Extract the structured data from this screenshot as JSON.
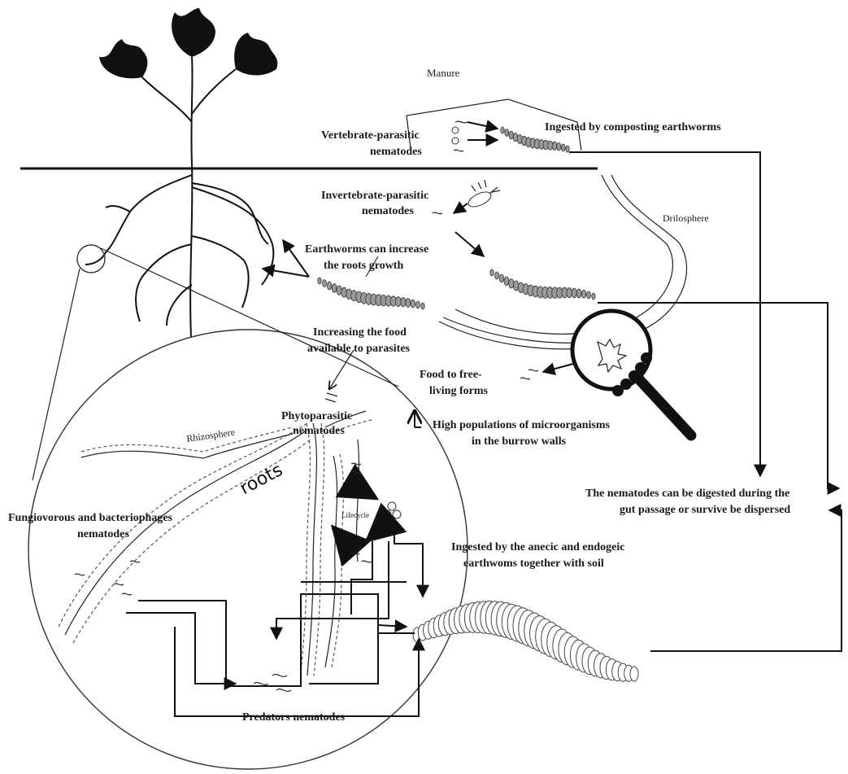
{
  "labels": {
    "manure": "Manure",
    "vertebrate_parasitic_1": "Vertebrate-parasitic",
    "vertebrate_parasitic_2": "nematodes",
    "ingested_composting": "Ingested by composting earthworms",
    "invertebrate_parasitic_1": "Invertebrate-parasitic",
    "invertebrate_parasitic_2": "nematodes",
    "drilosphere": "Drilosphere",
    "earthworms_increase_1": "Earthworms can increase",
    "earthworms_increase_2": "the roots growth",
    "increasing_food_1": "Increasing the food",
    "increasing_food_2": "available to parasites",
    "food_free_living_1": "Food to free-",
    "food_free_living_2": "living forms",
    "high_populations_1": "High populations of microorganisms",
    "high_populations_2": "in the burrow walls",
    "phytoparasitic_1": "Phytoparasitic",
    "phytoparasitic_2": "nematodes",
    "rhizosphere": "Rhizosphere",
    "roots": "roots",
    "lifecycle": "Lifecycle",
    "fungivorous_1": "Fungiovorous and bacteriophages",
    "fungivorous_2": "nematodes",
    "ingested_anecic_1": "Ingested by the anecic and endogeic",
    "ingested_anecic_2": "earthwoms together with soil",
    "digested_1": "The nematodes can be digested during the",
    "digested_2": "gut passage or survive be dispersed",
    "predators": "Predators nematodes"
  },
  "colors": {
    "ink": "#111111",
    "worm_fill": "#ffffff",
    "dark_worm_fill": "#9a9a9a"
  },
  "icons": {
    "plant": "plant-icon",
    "magnifier": "magnifying-glass-icon",
    "insect": "insect-larva-icon"
  }
}
